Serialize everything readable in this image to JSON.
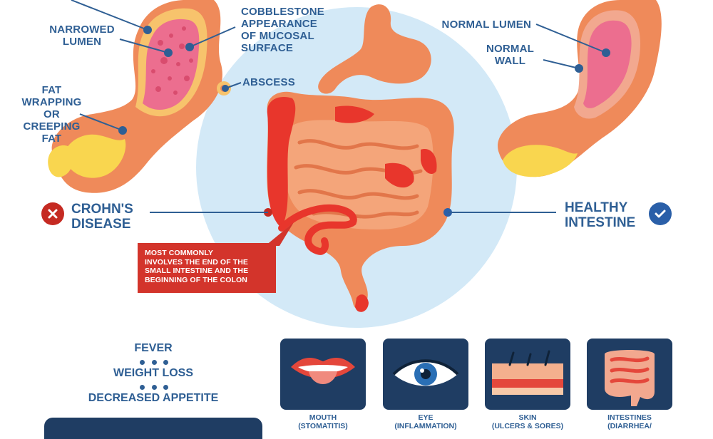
{
  "labels": {
    "narrowed_lumen": "NARROWED\nLUMEN",
    "cobblestone": "COBBLESTONE\nAPPEARANCE\nOF MUCOSAL\nSURFACE",
    "abscess": "ABSCESS",
    "fat_wrapping": "FAT\nWRAPPING\nOR\nCREEPING\nFAT",
    "normal_lumen": "NORMAL LUMEN",
    "normal_wall": "NORMAL\nWALL"
  },
  "crohns_label": "CROHN'S\nDISEASE",
  "healthy_label": "HEALTHY\nINTESTINE",
  "callout_text": "MOST COMMONLY\nINVOLVES THE END OF THE\nSMALL INTESTINE AND THE\nBEGINNING OF THE COLON",
  "symptoms": [
    "FEVER",
    "WEIGHT LOSS",
    "DECREASED APPETITE"
  ],
  "cards": [
    {
      "icon": "mouth-icon",
      "label": "MOUTH\n(STOMATITIS)"
    },
    {
      "icon": "eye-icon",
      "label": "EYE\n(INFLAMMATION)"
    },
    {
      "icon": "skin-icon",
      "label": "SKIN\n(ULCERS & SORES)"
    },
    {
      "icon": "intestines-icon",
      "label": "INTESTINES\n(DIARRHEA/"
    }
  ],
  "colors": {
    "text_blue": "#2f5f94",
    "crohn_red": "#d3342b",
    "healthy_blue": "#2a5fa8",
    "card_navy": "#1f3d63",
    "circle_bg": "#cfe7f6",
    "intestine_orange": "#ef8a5a"
  }
}
